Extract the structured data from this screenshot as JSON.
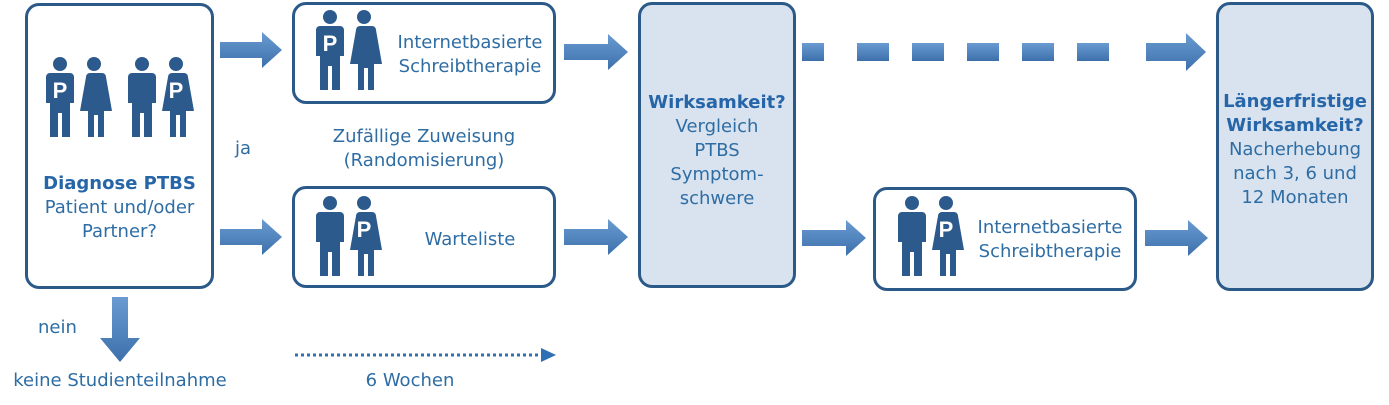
{
  "colors": {
    "accent": "#4a7ebb",
    "border": "#2b5a88",
    "fill": "#d9e3ef",
    "text": "#2e6da4",
    "icon": "#2d5a8c"
  },
  "icons": [
    "patient-icon",
    "partner-icon"
  ],
  "diagnosis": {
    "title": "Diagnose PTBS",
    "line1": "Patient und/oder",
    "line2": "Partner?"
  },
  "yes_label": "ja",
  "no_label": "nein",
  "no_outcome": "keine Studienteilnahme",
  "randomization": {
    "line1": "Zufällige Zuweisung",
    "line2": "(Randomisierung)"
  },
  "therapy_top": {
    "line1": "Internetbasierte",
    "line2": "Schreibtherapie"
  },
  "waitlist": {
    "label": "Warteliste"
  },
  "duration_label": "6 Wochen",
  "efficacy": {
    "title": "Wirksamkeit?",
    "line1": "Vergleich",
    "line2": "PTBS",
    "line3": "Symptom-",
    "line4": "schwere"
  },
  "therapy_bottom": {
    "line1": "Internetbasierte",
    "line2": "Schreibtherapie"
  },
  "longterm": {
    "title1": "Längerfristige",
    "title2": "Wirksamkeit?",
    "line1": "Nacherhebung",
    "line2": "nach 3, 6 und",
    "line3": "12 Monaten"
  }
}
